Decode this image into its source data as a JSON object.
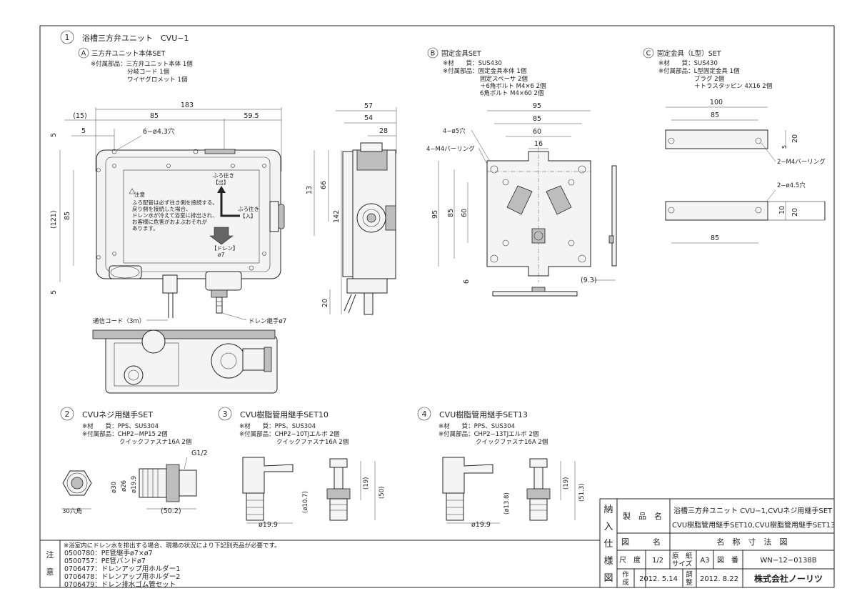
{
  "section1": {
    "num": "1",
    "title": "浴槽三方弁ユニット　CVU−1",
    "subA": {
      "letter": "A",
      "title": "三方弁ユニット本体SET",
      "l1": "※付属部品：三方弁ユニット本体  1個",
      "l2": "分岐コード          1個",
      "l3": "ワイヤグロメット    1個"
    },
    "subB": {
      "letter": "B",
      "title": "固定金具SET",
      "l1": "※材　　質：SUS430",
      "l2": "※付属部品：固定金具本体          1個",
      "l3": "固定スペーサ              2個",
      "l4": "＋6角ボルト  M4×6      2個",
      "l5": "6角ボルト  M4×60      2個"
    },
    "subC": {
      "letter": "C",
      "title": "固定金具（L型）SET",
      "l1": "※材　　質：SUS430",
      "l2": "※付属部品：L型固定金具            1個",
      "l3": "プラグ                   2個",
      "l4": "＋トラスタッピン 4X16   2個"
    }
  },
  "dimsA": {
    "d183": "183",
    "d15": "(15)",
    "d85": "85",
    "d595": "59.5",
    "d5a": "5",
    "hole": "6−ø4.3穴",
    "d5l": "5",
    "d121": "(121)",
    "d85v": "85",
    "d5b": "5",
    "d13": "13",
    "d66": "66",
    "d142": "142",
    "d20": "20",
    "d57": "57",
    "d54": "54",
    "d28": "28",
    "cord": "通信コード（3m）",
    "drain": "ドレン継手ø7"
  },
  "panelA": {
    "caution": "注意",
    "c1": "ふろ配管は必ず往き側を接続する。",
    "c2": "戻り側を接続した場合、",
    "c3": "ドレン水が冷えて浴室に排出され、",
    "c4": "お客様に危害がおよぶおそれが",
    "c5": "あります。",
    "out": "ふろ往き",
    "outb": "【出】",
    "in": "ふろ往き",
    "inb": "【入】",
    "dr": "【ドレン】",
    "dr2": "ø7"
  },
  "dimsB": {
    "d95": "95",
    "d85": "85",
    "d60": "60",
    "d16": "16",
    "holes": "4−ø5穴",
    "ring": "4−M4バーリング",
    "v95": "95",
    "v85": "85",
    "v60": "60",
    "d6": "6",
    "d93": "(9.3)"
  },
  "dimsC": {
    "d100": "100",
    "d85": "85",
    "d20a": "20",
    "d5": "5",
    "ring": "2−M4バーリング",
    "holes": "2−ø4.5穴",
    "d10": "10",
    "d20b": "20",
    "d85b": "85"
  },
  "section2": {
    "num": "2",
    "title": "CVUネジ用継手SET",
    "l1": "※材　　質：PPS、SUS304",
    "l2": "※付属部品：CHP2−MP15       2個",
    "l3": "クイックファスナ16A    2個",
    "g": "G1/2",
    "d30": "ø30",
    "d26": "ø26",
    "d199": "ø19.9",
    "hex": "30六角",
    "d502": "(50.2)"
  },
  "section3": {
    "num": "3",
    "title": "CVU樹脂管用継手SET10",
    "l1": "※材　　質：PPS、SUS304",
    "l2": "※付属部品：CHP2−10TJエルボ   2個",
    "l3": "クイックファスナ16A    2個",
    "d107": "(ø10.7)",
    "d199": "ø19.9",
    "d19": "(19)",
    "d50": "(50)"
  },
  "section4": {
    "num": "4",
    "title": "CVU樹脂管用継手SET13",
    "l1": "※材　　質：PPS、SUS304",
    "l2": "※付属部品：CHP2−13TJエルボ   2個",
    "l3": "クイックファスナ16A    2個",
    "d138": "(ø13.8)",
    "d199": "ø19.9",
    "d19": "(19)",
    "d513": "(51.3)"
  },
  "notes": {
    "label1": "注",
    "label2": "意",
    "header": "※浴室内にドレン水を排出する場合、現場の状況により下記別売品が必要です。",
    "items": [
      "0500780：PE管継手ø7×ø7",
      "0500757：PE管バンドø7",
      "0706477：ドレンアップ用ホルダー1",
      "0706478：ドレンアップ用ホルダー2",
      "0706479：ドレン排水ゴム管セット"
    ]
  },
  "titleblock": {
    "side": [
      "納",
      "入",
      "仕",
      "様",
      "図"
    ],
    "product_label": "製　品　名",
    "product1": "浴槽三方弁ユニット CVU−1,CVUネジ用継手SET",
    "product2": "CVU樹脂管用継手SET10,CVU樹脂管用継手SET13",
    "drawing_label": "図　　　名",
    "drawing_name": "名　称　寸　法　図",
    "scale_label": "尺　度",
    "scale": "1/2",
    "paper_label1": "原　紙",
    "paper_label2": "サイズ",
    "paper": "A3",
    "number_label": "図　番",
    "number": "WN−12−0138B",
    "made_label1": "作",
    "made_label2": "成",
    "made": "2012. 5.14",
    "adj_label1": "調",
    "adj_label2": "整",
    "adj": "2012. 8.22",
    "company": "株式会社ノーリツ"
  }
}
